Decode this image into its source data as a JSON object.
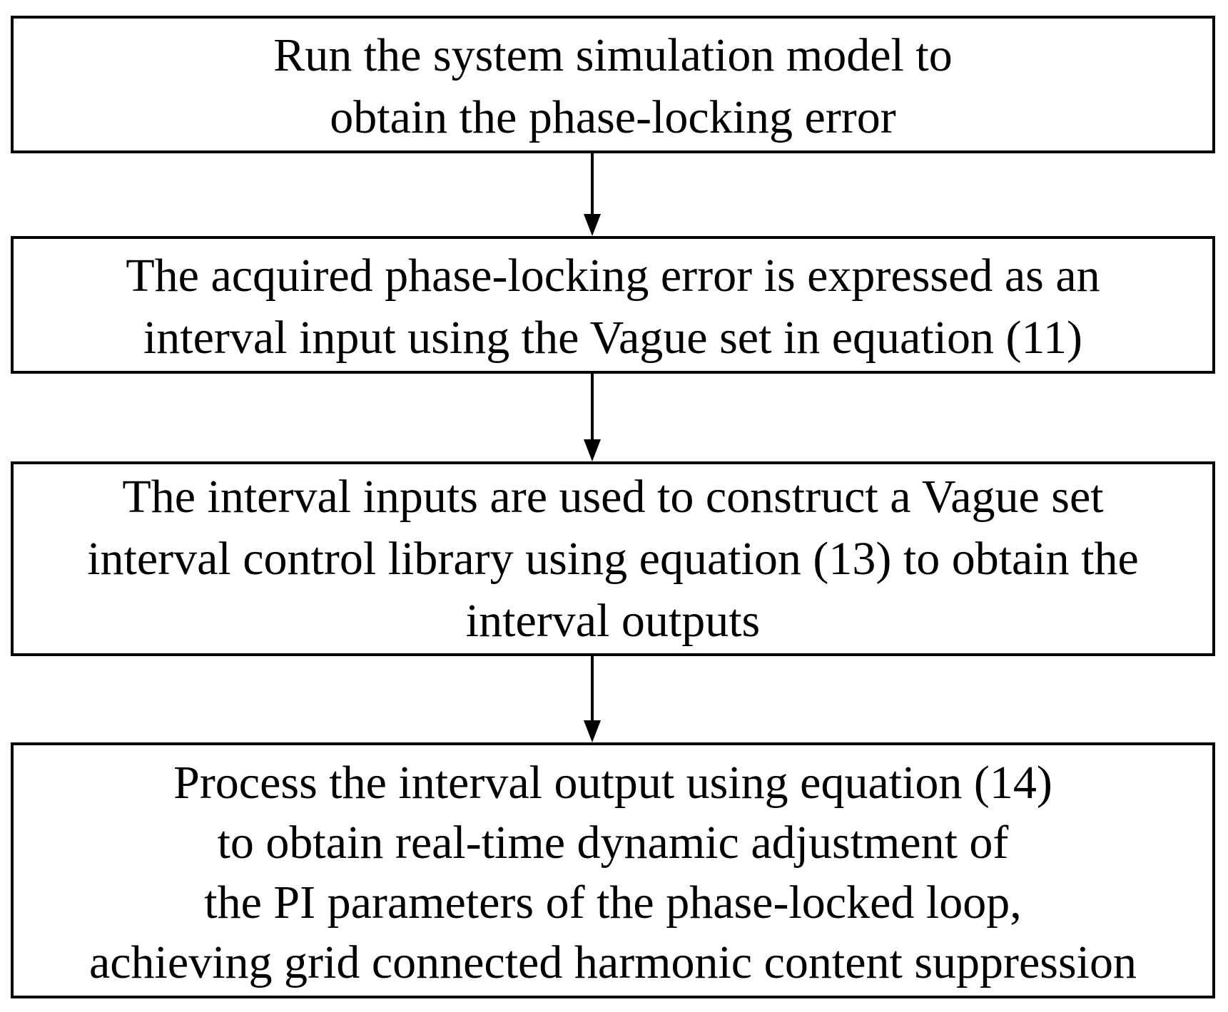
{
  "flowchart": {
    "steps": [
      {
        "lines": [
          "Run the system simulation model to",
          "obtain the phase-locking error"
        ]
      },
      {
        "lines": [
          "The acquired phase-locking error is expressed as an",
          "interval input using the Vague set in equation (11)"
        ]
      },
      {
        "lines": [
          "The interval inputs are used to construct a Vague set",
          "interval control library using equation (13) to obtain the",
          "interval outputs"
        ]
      },
      {
        "lines": [
          "Process the interval output using equation (14)",
          "to obtain real-time dynamic adjustment of",
          "the PI parameters of the phase-locked loop,",
          "achieving grid connected harmonic content suppression"
        ]
      }
    ],
    "connectors": [
      {
        "from": 0,
        "to": 1
      },
      {
        "from": 1,
        "to": 2
      },
      {
        "from": 2,
        "to": 3
      }
    ]
  }
}
